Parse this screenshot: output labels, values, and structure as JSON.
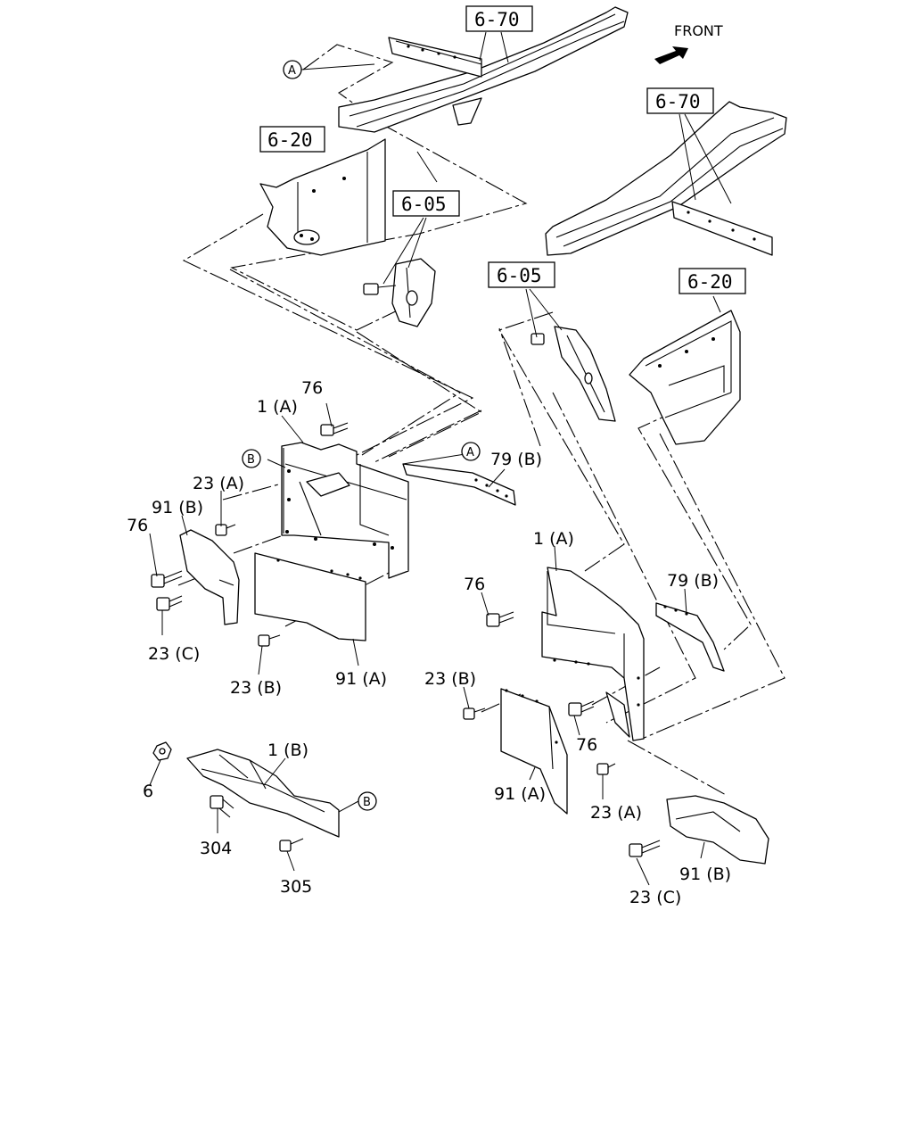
{
  "header": {
    "front_label": "FRONT"
  },
  "refs": {
    "frame_top": "6-70",
    "frame_right": "6-70",
    "bracket_left": "6-20",
    "bracket_right": "6-20",
    "hanger_left": "6-05",
    "hanger_right": "6-05"
  },
  "markers": {
    "a_top": "A",
    "a_mid": "A",
    "b_mid": "B",
    "b_low": "B"
  },
  "labels": {
    "l_76_a": "76",
    "l_1a_left": "1 (A)",
    "l_23a_left": "23 (A)",
    "l_91b_left": "91 (B)",
    "l_76_b": "76",
    "l_23c_left": "23 (C)",
    "l_23b_left": "23 (B)",
    "l_91a_left": "91 (A)",
    "l_79b_left": "79 (B)",
    "l_1a_right": "1 (A)",
    "l_76_c": "76",
    "l_79b_right": "79 (B)",
    "l_23b_right": "23 (B)",
    "l_76_d": "76",
    "l_91a_right": "91 (A)",
    "l_23a_right": "23 (A)",
    "l_91b_right": "91 (B)",
    "l_23c_right": "23 (C)",
    "l_1b": "1 (B)",
    "l_6": "6",
    "l_304": "304",
    "l_305": "305"
  }
}
